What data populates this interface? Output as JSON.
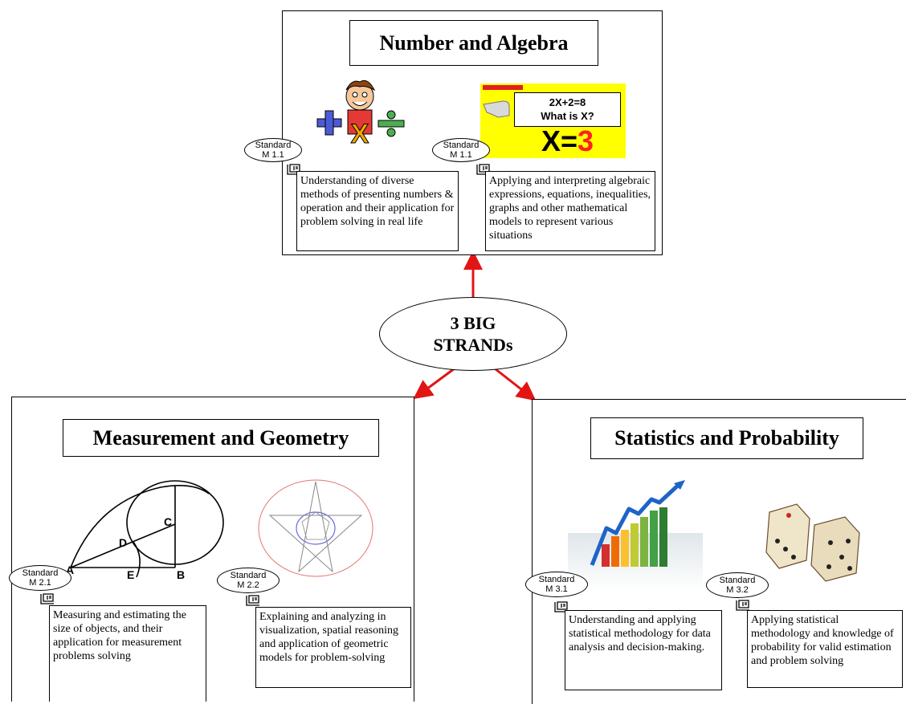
{
  "center": {
    "line1": "3 BIG",
    "line2": "STRANDs"
  },
  "strands": {
    "number_algebra": {
      "title": "Number and Algebra",
      "items": [
        {
          "std_top": "Standard",
          "std_code": "M 1.1",
          "text": "Understanding of diverse methods of presenting numbers & operation and their application for problem solving in real life"
        },
        {
          "std_top": "Standard",
          "std_code": "M 1.1",
          "text": "Applying and interpreting algebraic expressions, equations, inequalities, graphs and other mathematical models to represent various situations"
        }
      ],
      "equation_card": {
        "line1": "2X+2=8",
        "line2": "What is X?",
        "answer_x": "X=",
        "answer_val": "3"
      }
    },
    "measurement_geometry": {
      "title": "Measurement and Geometry",
      "items": [
        {
          "std_top": "Standard",
          "std_code": "M 2.1",
          "text": "Measuring and estimating the size of objects, and their application for measurement problems solving"
        },
        {
          "std_top": "Standard",
          "std_code": "M 2.2",
          "text": "Explaining and analyzing in visualization, spatial reasoning and application of geometric models for problem-solving"
        }
      ],
      "geometry_labels": {
        "a": "A",
        "b": "B",
        "c": "C",
        "d": "D",
        "e": "E"
      }
    },
    "statistics_probability": {
      "title": "Statistics and Probability",
      "items": [
        {
          "std_top": "Standard",
          "std_code": "M 3.1",
          "text": "Understanding and applying statistical methodology for data analysis and decision-making."
        },
        {
          "std_top": "Standard",
          "std_code": "M 3.2",
          "text": "Applying statistical methodology and knowledge of probability for valid estimation and problem solving"
        }
      ]
    }
  },
  "colors": {
    "arrow": "#e31414",
    "card_bg": "#ffff00",
    "answer": "#ff2020"
  }
}
